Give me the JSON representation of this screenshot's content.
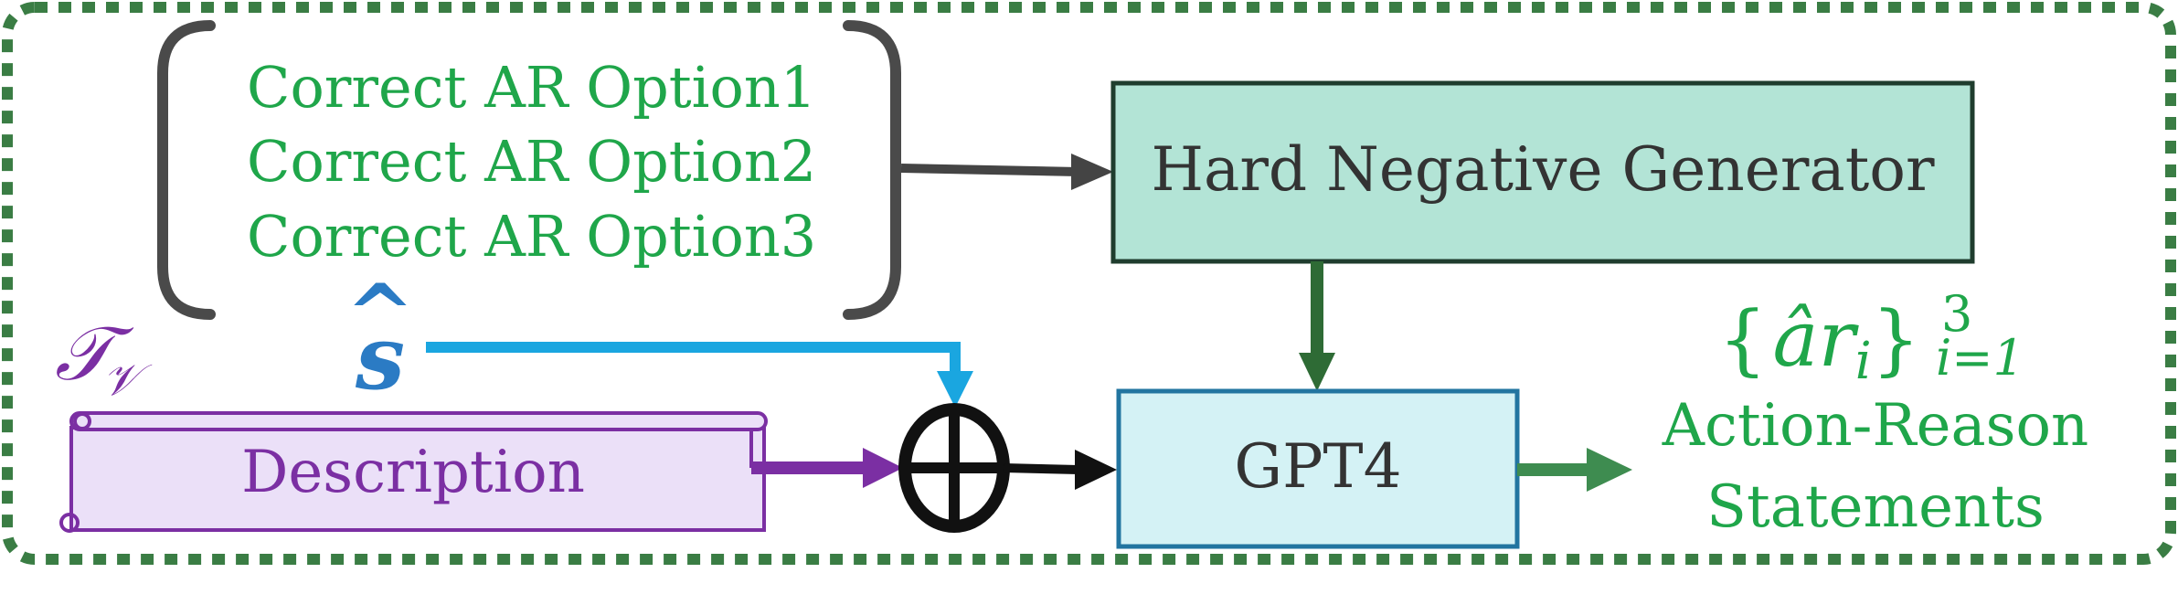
{
  "colors": {
    "frame": "#3a7d44",
    "option_text": "#1fa64a",
    "bracket": "#4a4a4a",
    "generator_fill": "#b3e4d6",
    "generator_stroke": "#1f3d2e",
    "gpt_fill": "#d4f2f5",
    "gpt_stroke": "#2275a0",
    "desc_fill": "#ebe0f8",
    "desc_stroke": "#7b2fa3",
    "desc_text": "#7b2fa3",
    "s_hat": "#2b7bc4",
    "blue_arrow": "#1aa6e0",
    "dark_arrow": "#444444",
    "green_arrow": "#2e6b35",
    "output_arrow": "#3e8c50",
    "output_text": "#1fa64a",
    "black": "#111111",
    "box_text": "#333333"
  },
  "options": [
    "Correct AR Option1",
    "Correct AR Option2",
    "Correct AR Option3"
  ],
  "generator": {
    "label": "Hard Negative Generator"
  },
  "gpt": {
    "label": "GPT4"
  },
  "description": {
    "label": "Description",
    "symbol": "𝒯",
    "symbol_sub": "𝒱"
  },
  "s_hat": {
    "symbol": "s",
    "accent": "^"
  },
  "output": {
    "set_open": "{",
    "set_body": "âr",
    "set_index": "i",
    "set_close": "}",
    "superscript": "3",
    "subscript": "i=1",
    "line1": "Action-Reason",
    "line2": "Statements"
  },
  "icons": {
    "combine": "circle-plus-icon",
    "scroll": "scroll-icon"
  }
}
